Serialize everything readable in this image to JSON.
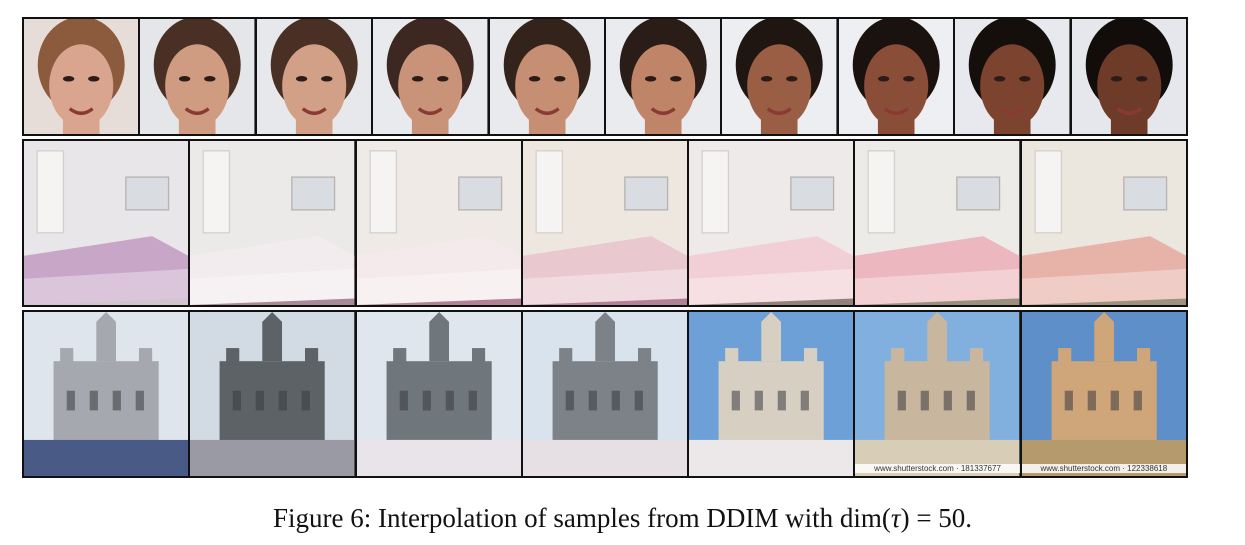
{
  "figure": {
    "caption_label": "Figure 6:",
    "caption_text": "Interpolation of samples from DDIM with",
    "caption_math_fn": "dim",
    "caption_math_var": "τ",
    "caption_math_eq": "= 50."
  },
  "rows": [
    {
      "name": "faces",
      "tiles": [
        {
          "bg": "#e7ddd8",
          "skin": "#d9a58e",
          "hair": "#8c5a3c"
        },
        {
          "bg": "#e4e6ea",
          "skin": "#cf9c82",
          "hair": "#4a3024"
        },
        {
          "bg": "#e6e8ec",
          "skin": "#d2a087",
          "hair": "#4a3024"
        },
        {
          "bg": "#e8eaee",
          "skin": "#c99379",
          "hair": "#3c2820"
        },
        {
          "bg": "#e8eaee",
          "skin": "#c68f74",
          "hair": "#33231b"
        },
        {
          "bg": "#e9ebef",
          "skin": "#c08468",
          "hair": "#2a1c16"
        },
        {
          "bg": "#eceef2",
          "skin": "#9a5e44",
          "hair": "#1f1612"
        },
        {
          "bg": "#edeff3",
          "skin": "#8a4e38",
          "hair": "#1a120f"
        },
        {
          "bg": "#e7e9ee",
          "skin": "#7c432f",
          "hair": "#150f0c"
        },
        {
          "bg": "#e5e7ec",
          "skin": "#6e3b29",
          "hair": "#120c0a"
        }
      ]
    },
    {
      "name": "bedroom",
      "tiles": [
        {
          "wall": "#e9e6ea",
          "bed": "#c8a6c8",
          "floor": "#b8a6b4"
        },
        {
          "wall": "#eceae8",
          "bed": "#f2ecef",
          "floor": "#7d4a62"
        },
        {
          "wall": "#efeae5",
          "bed": "#f4eaec",
          "floor": "#8a3e5c"
        },
        {
          "wall": "#eee7df",
          "bed": "#e9c8cf",
          "floor": "#8a3e5c"
        },
        {
          "wall": "#eeeaea",
          "bed": "#f2cfd6",
          "floor": "#5a4036"
        },
        {
          "wall": "#ecebe8",
          "bed": "#ecb7be",
          "floor": "#66543a"
        },
        {
          "wall": "#ebe6de",
          "bed": "#e7b3a8",
          "floor": "#6a5a3c"
        }
      ]
    },
    {
      "name": "church",
      "tiles": [
        {
          "sky": "#dfe5ec",
          "building": "#a5a8ae",
          "ground": "#4a5a86",
          "watermark": ""
        },
        {
          "sky": "#d2dae3",
          "building": "#5c6266",
          "ground": "#9a9aa4",
          "watermark": ""
        },
        {
          "sky": "#dfe6ee",
          "building": "#6f767c",
          "ground": "#e8e4ea",
          "watermark": ""
        },
        {
          "sky": "#d8e3ee",
          "building": "#7c8288",
          "ground": "#e6e0e4",
          "watermark": ""
        },
        {
          "sky": "#6da0d6",
          "building": "#d8cfc3",
          "ground": "#ece8ea",
          "watermark": ""
        },
        {
          "sky": "#82b0de",
          "building": "#c8b79e",
          "ground": "#d8cdb7",
          "watermark": "www.shutterstock.com · 181337677"
        },
        {
          "sky": "#5e8fc8",
          "building": "#cfa57a",
          "ground": "#b59a6e",
          "watermark": "www.shutterstock.com · 122338618"
        }
      ]
    }
  ]
}
